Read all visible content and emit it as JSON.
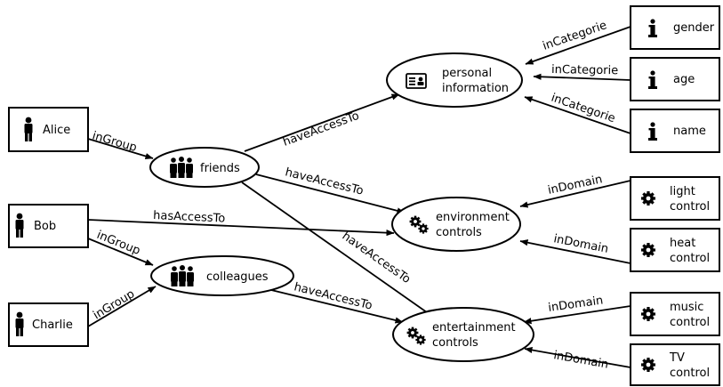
{
  "nodes": {
    "alice": {
      "label": "Alice",
      "icon": "person-icon"
    },
    "bob": {
      "label": "Bob",
      "icon": "person-icon"
    },
    "charlie": {
      "label": "Charlie",
      "icon": "person-icon"
    },
    "friends": {
      "label": "friends",
      "icon": "group-icon"
    },
    "colleagues": {
      "label": "colleagues",
      "icon": "group-icon"
    },
    "personal_information": {
      "line1": "personal",
      "line2": "information",
      "icon": "id-card-icon"
    },
    "environment_controls": {
      "line1": "environment",
      "line2": "controls",
      "icon": "gears-icon"
    },
    "entertainment_controls": {
      "line1": "entertainment",
      "line2": "controls",
      "icon": "gears-icon"
    },
    "gender": {
      "label": "gender",
      "icon": "info-icon"
    },
    "age": {
      "label": "age",
      "icon": "info-icon"
    },
    "name": {
      "label": "name",
      "icon": "info-icon"
    },
    "light_control": {
      "line1": "light",
      "line2": "control",
      "icon": "gear-icon"
    },
    "heat_control": {
      "line1": "heat",
      "line2": "control",
      "icon": "gear-icon"
    },
    "music_control": {
      "line1": "music",
      "line2": "control",
      "icon": "gear-icon"
    },
    "tv_control": {
      "line1": "TV",
      "line2": "control",
      "icon": "gear-icon"
    }
  },
  "edges": {
    "alice_friends": "inGroup",
    "bob_colleagues": "inGroup",
    "charlie_colleagues": "inGroup",
    "bob_environment": "hasAccessTo",
    "friends_personal": "haveAccessTo",
    "friends_environment": "haveAccessTo",
    "friends_entertainment": "haveAccessTo",
    "colleagues_entertainment": "haveAccessTo",
    "gender_personal": "inCategorie",
    "age_personal": "inCategorie",
    "name_personal": "inCategorie",
    "light_environment": "inDomain",
    "heat_environment": "inDomain",
    "music_entertainment": "inDomain",
    "tv_entertainment": "inDomain"
  }
}
